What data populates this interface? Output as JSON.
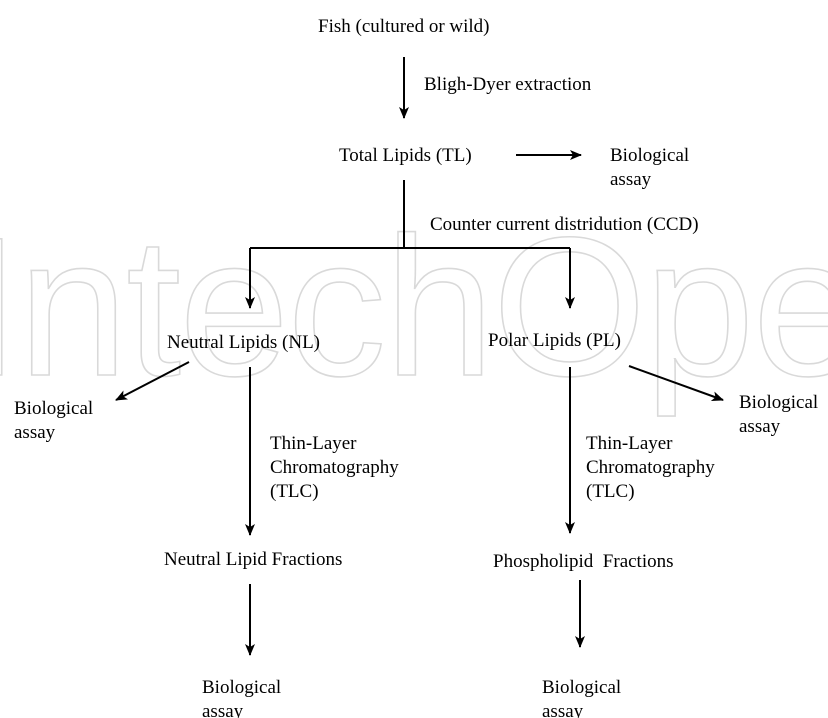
{
  "watermark": {
    "text": "IntechOpen",
    "color": "#d9d9d9"
  },
  "colors": {
    "text": "#000000",
    "arrow": "#000000"
  },
  "nodes": {
    "fish": "Fish (cultured or wild)",
    "bligh_dyer": "Bligh-Dyer extraction",
    "total_lipids": "Total Lipids (TL)",
    "bio_assay_tl": [
      "Biological",
      "assay"
    ],
    "ccd": "Counter current distridution (CCD)",
    "neutral_lipids": "Neutral Lipids (NL)",
    "polar_lipids": "Polar Lipids (PL)",
    "bio_assay_nl": [
      "Biological",
      "assay"
    ],
    "bio_assay_pl": [
      "Biological",
      "assay"
    ],
    "tlc_nl": [
      "Thin-Layer",
      "Chromatography",
      "(TLC)"
    ],
    "tlc_pl": [
      "Thin-Layer",
      "Chromatography",
      "(TLC)"
    ],
    "neutral_fractions": "Neutral Lipid Fractions",
    "phospholipid_fractions": "Phospholipid  Fractions",
    "bio_assay_nlf": [
      "Biological",
      "assay"
    ],
    "bio_assay_plf": [
      "Biological",
      "assay"
    ]
  }
}
